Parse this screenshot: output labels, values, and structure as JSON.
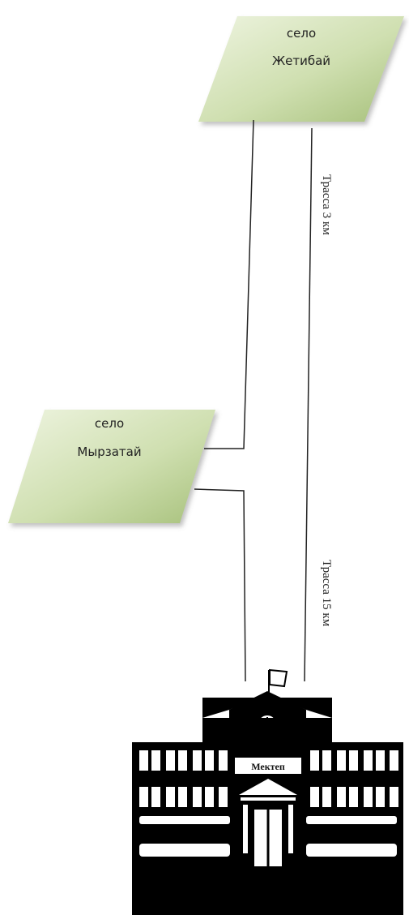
{
  "villages": {
    "zhetibai": {
      "line1": "село",
      "line2": "Жетибай"
    },
    "myrzatai": {
      "line1": "село",
      "line2": "Мырзатай"
    }
  },
  "roads": {
    "upper": "Трасса 3 км",
    "lower": "Трасса 15 км"
  },
  "school": {
    "sign": "Мектеп"
  },
  "colors": {
    "village_fill_top": "#e6efd2",
    "village_fill_bottom": "#a8c27c",
    "line": "#222222",
    "building": "#000000"
  }
}
